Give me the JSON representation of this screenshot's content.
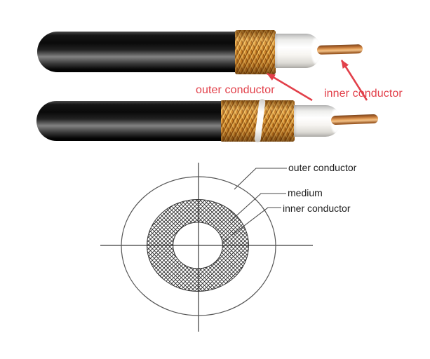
{
  "cable_photo": {
    "outer_label": "outer conductor",
    "inner_label": "inner conductor"
  },
  "cross_section": {
    "outer_label": "outer conductor",
    "medium_label": "medium",
    "inner_label": "inner conductor"
  },
  "colors": {
    "annotation_red": "#e2404a",
    "diagram_ink": "#3a3a3a",
    "leader_gray": "#4a4a4a",
    "jacket_black": "#0e0e0e",
    "braid_gold": "#d38a2d",
    "dielectric_white": "#f4f2ee",
    "copper": "#cd8445"
  }
}
